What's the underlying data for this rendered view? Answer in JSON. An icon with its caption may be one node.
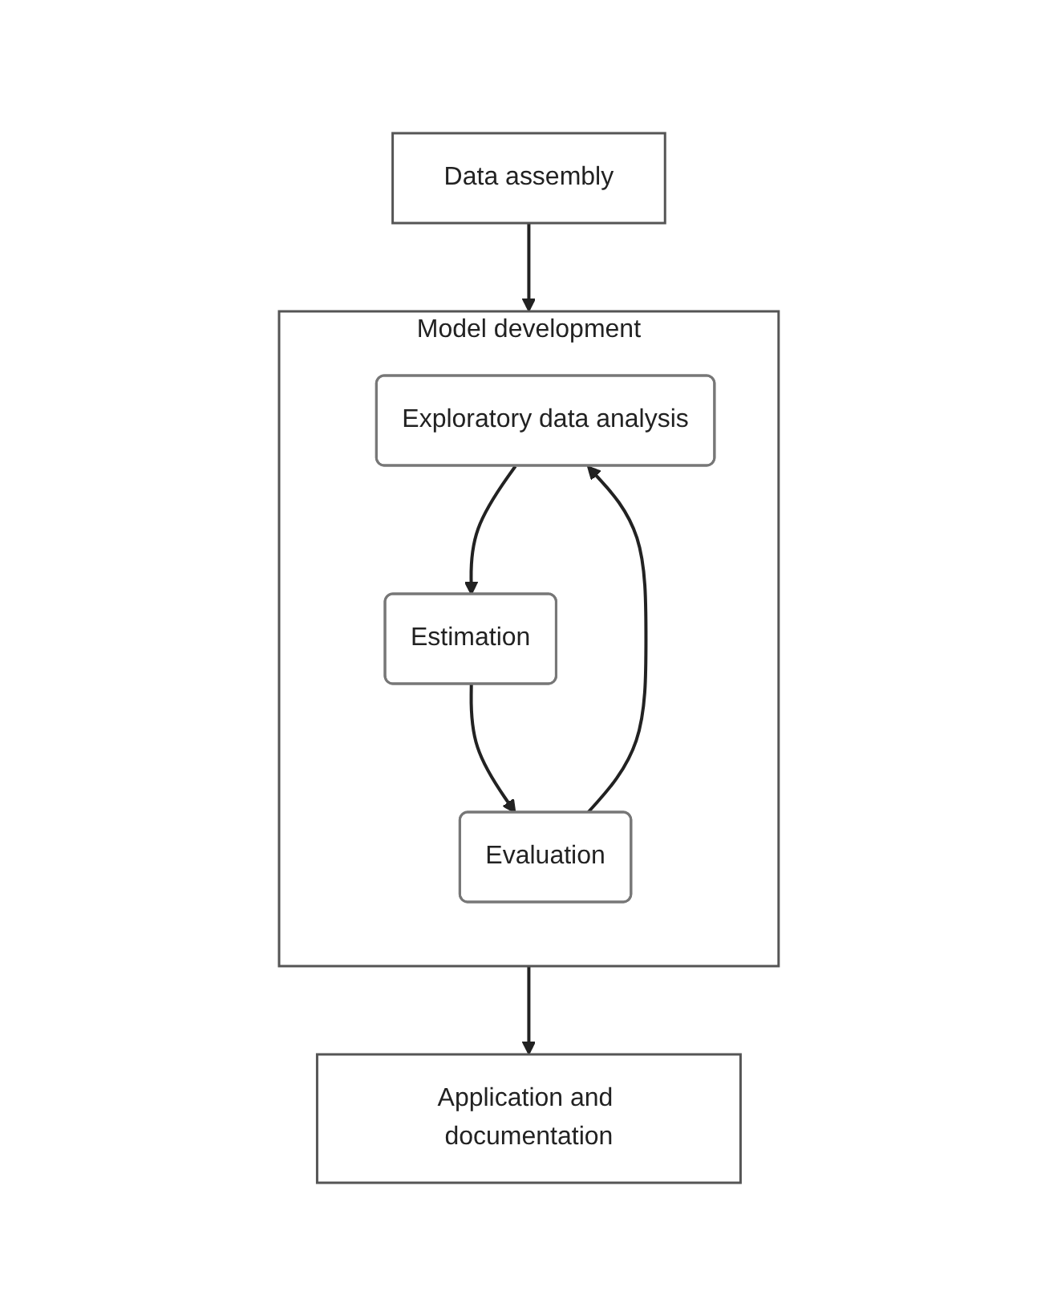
{
  "diagram": {
    "nodes": [
      {
        "text": [
          "Data assembly"
        ]
      },
      {
        "text": [
          "Model development"
        ]
      },
      {
        "text": [
          "Exploratory data analysis"
        ],
        "in": 1
      },
      {
        "text": [
          "Estimation"
        ],
        "in": 1
      },
      {
        "text": [
          "Evaluation"
        ],
        "in": 1
      },
      {
        "text": [
          "Application and documentation"
        ]
      }
    ],
    "edges": [
      {
        "from": 0,
        "to": 1,
        "arrow": "to"
      },
      {
        "from": 2,
        "to": 3,
        "arrow": "to"
      },
      {
        "from": 3,
        "to": 4,
        "arrow": "to"
      },
      {
        "from": 4,
        "to": 2,
        "arrow": "to"
      },
      {
        "from": 1,
        "to": 5,
        "arrow": "to"
      }
    ]
  }
}
